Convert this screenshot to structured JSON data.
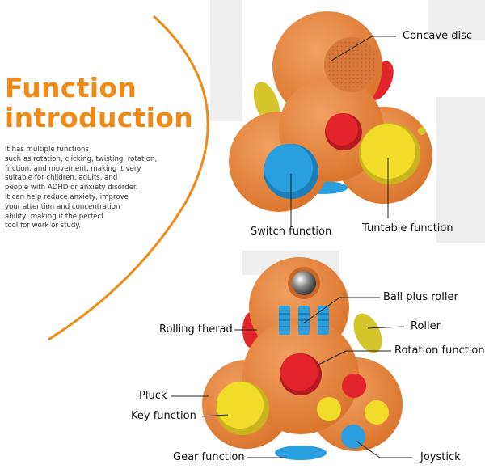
{
  "title": {
    "line1": "Function",
    "line2": "introduction"
  },
  "description": [
    "It has multiple functions",
    "such as rotation, clicking, twisting, rotation,",
    "friction, and movement, making it very",
    "suitable for children, adults, and",
    "people with ADHD or anxiety disorder.",
    "It can help reduce anxiety, improve",
    "your attention and concentration",
    "ability, making it the perfect",
    "tool for work or study."
  ],
  "labels": {
    "concave_disc": "Concave disc",
    "switch_function": "Switch function",
    "tuntable_function": "Tuntable function",
    "ball_plus_roller": "Ball plus roller",
    "rolling_thread": "Rolling therad",
    "roller": "Roller",
    "rotation_function": "Rotation function",
    "pluck": "Pluck",
    "key_function": "Key function",
    "gear_function": "Gear function",
    "joystick": "Joystick"
  },
  "colors": {
    "accent": "#f08a17",
    "toy_body": "#e8893f",
    "red": "#e3242b",
    "yellow": "#f2dc2a",
    "blue": "#2a9fe0",
    "background_mark": "#eeeeee"
  }
}
